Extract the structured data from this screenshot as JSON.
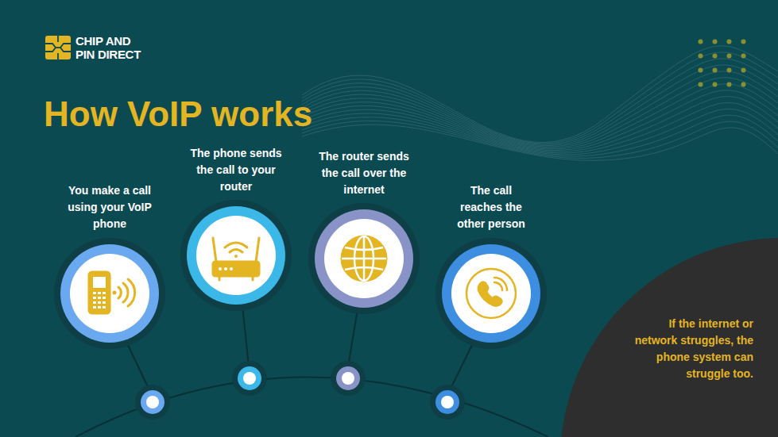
{
  "diagram": {
    "title": "How VoIP works",
    "nodes": [
      {
        "text": [
          "You make a call using your VoIP phone"
        ]
      },
      {
        "text": [
          "The phone sends the call to your router"
        ]
      },
      {
        "text": [
          "The router sends the call over the internet"
        ]
      },
      {
        "text": [
          "The call reaches the other person"
        ]
      },
      {
        "text": [
          "If the internet or network struggles, the phone system can struggle too."
        ]
      }
    ],
    "labels": [
      "CHIP AND PIN DIRECT"
    ]
  }
}
